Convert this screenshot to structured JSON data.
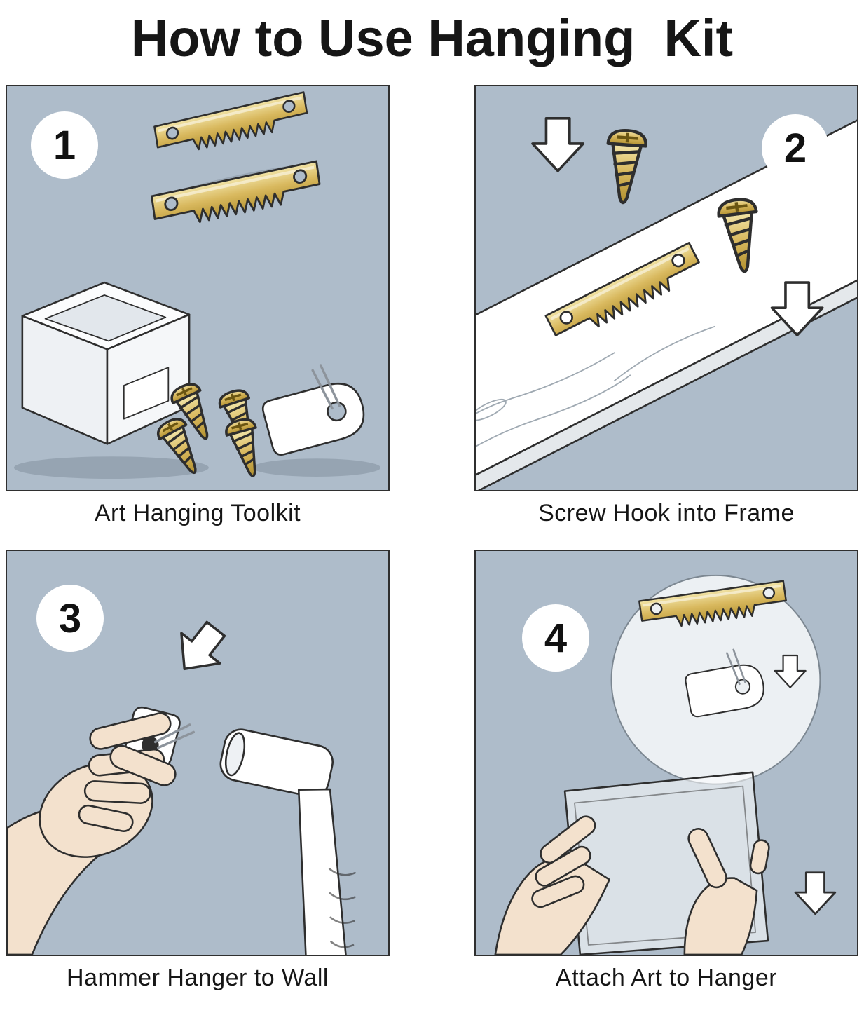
{
  "title": "How to Use Hanging  Kit",
  "colors": {
    "panel_bg": "#AEBCCA",
    "brass": "#CDA94A",
    "ink": "#2E2E2E",
    "paper": "#FFFFFF",
    "skin": "#F3E1CD"
  },
  "steps": [
    {
      "number": "1",
      "caption": "Art Hanging Toolkit"
    },
    {
      "number": "2",
      "caption": "Screw Hook into Frame"
    },
    {
      "number": "3",
      "caption": "Hammer Hanger to Wall"
    },
    {
      "number": "4",
      "caption": "Attach Art to Hanger"
    }
  ]
}
